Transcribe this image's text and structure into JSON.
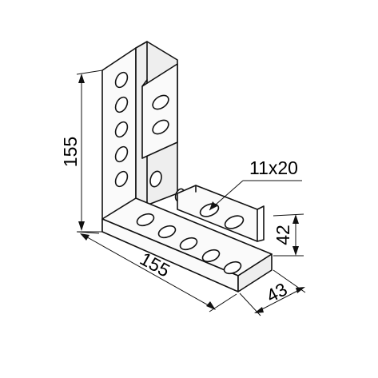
{
  "diagram": {
    "dimensions": {
      "height_label": "155",
      "length_label": "155",
      "flange_height_label": "42",
      "width_label": "43",
      "slot_label": "11x20"
    },
    "colors": {
      "line": "#111111",
      "background": "#ffffff"
    }
  }
}
